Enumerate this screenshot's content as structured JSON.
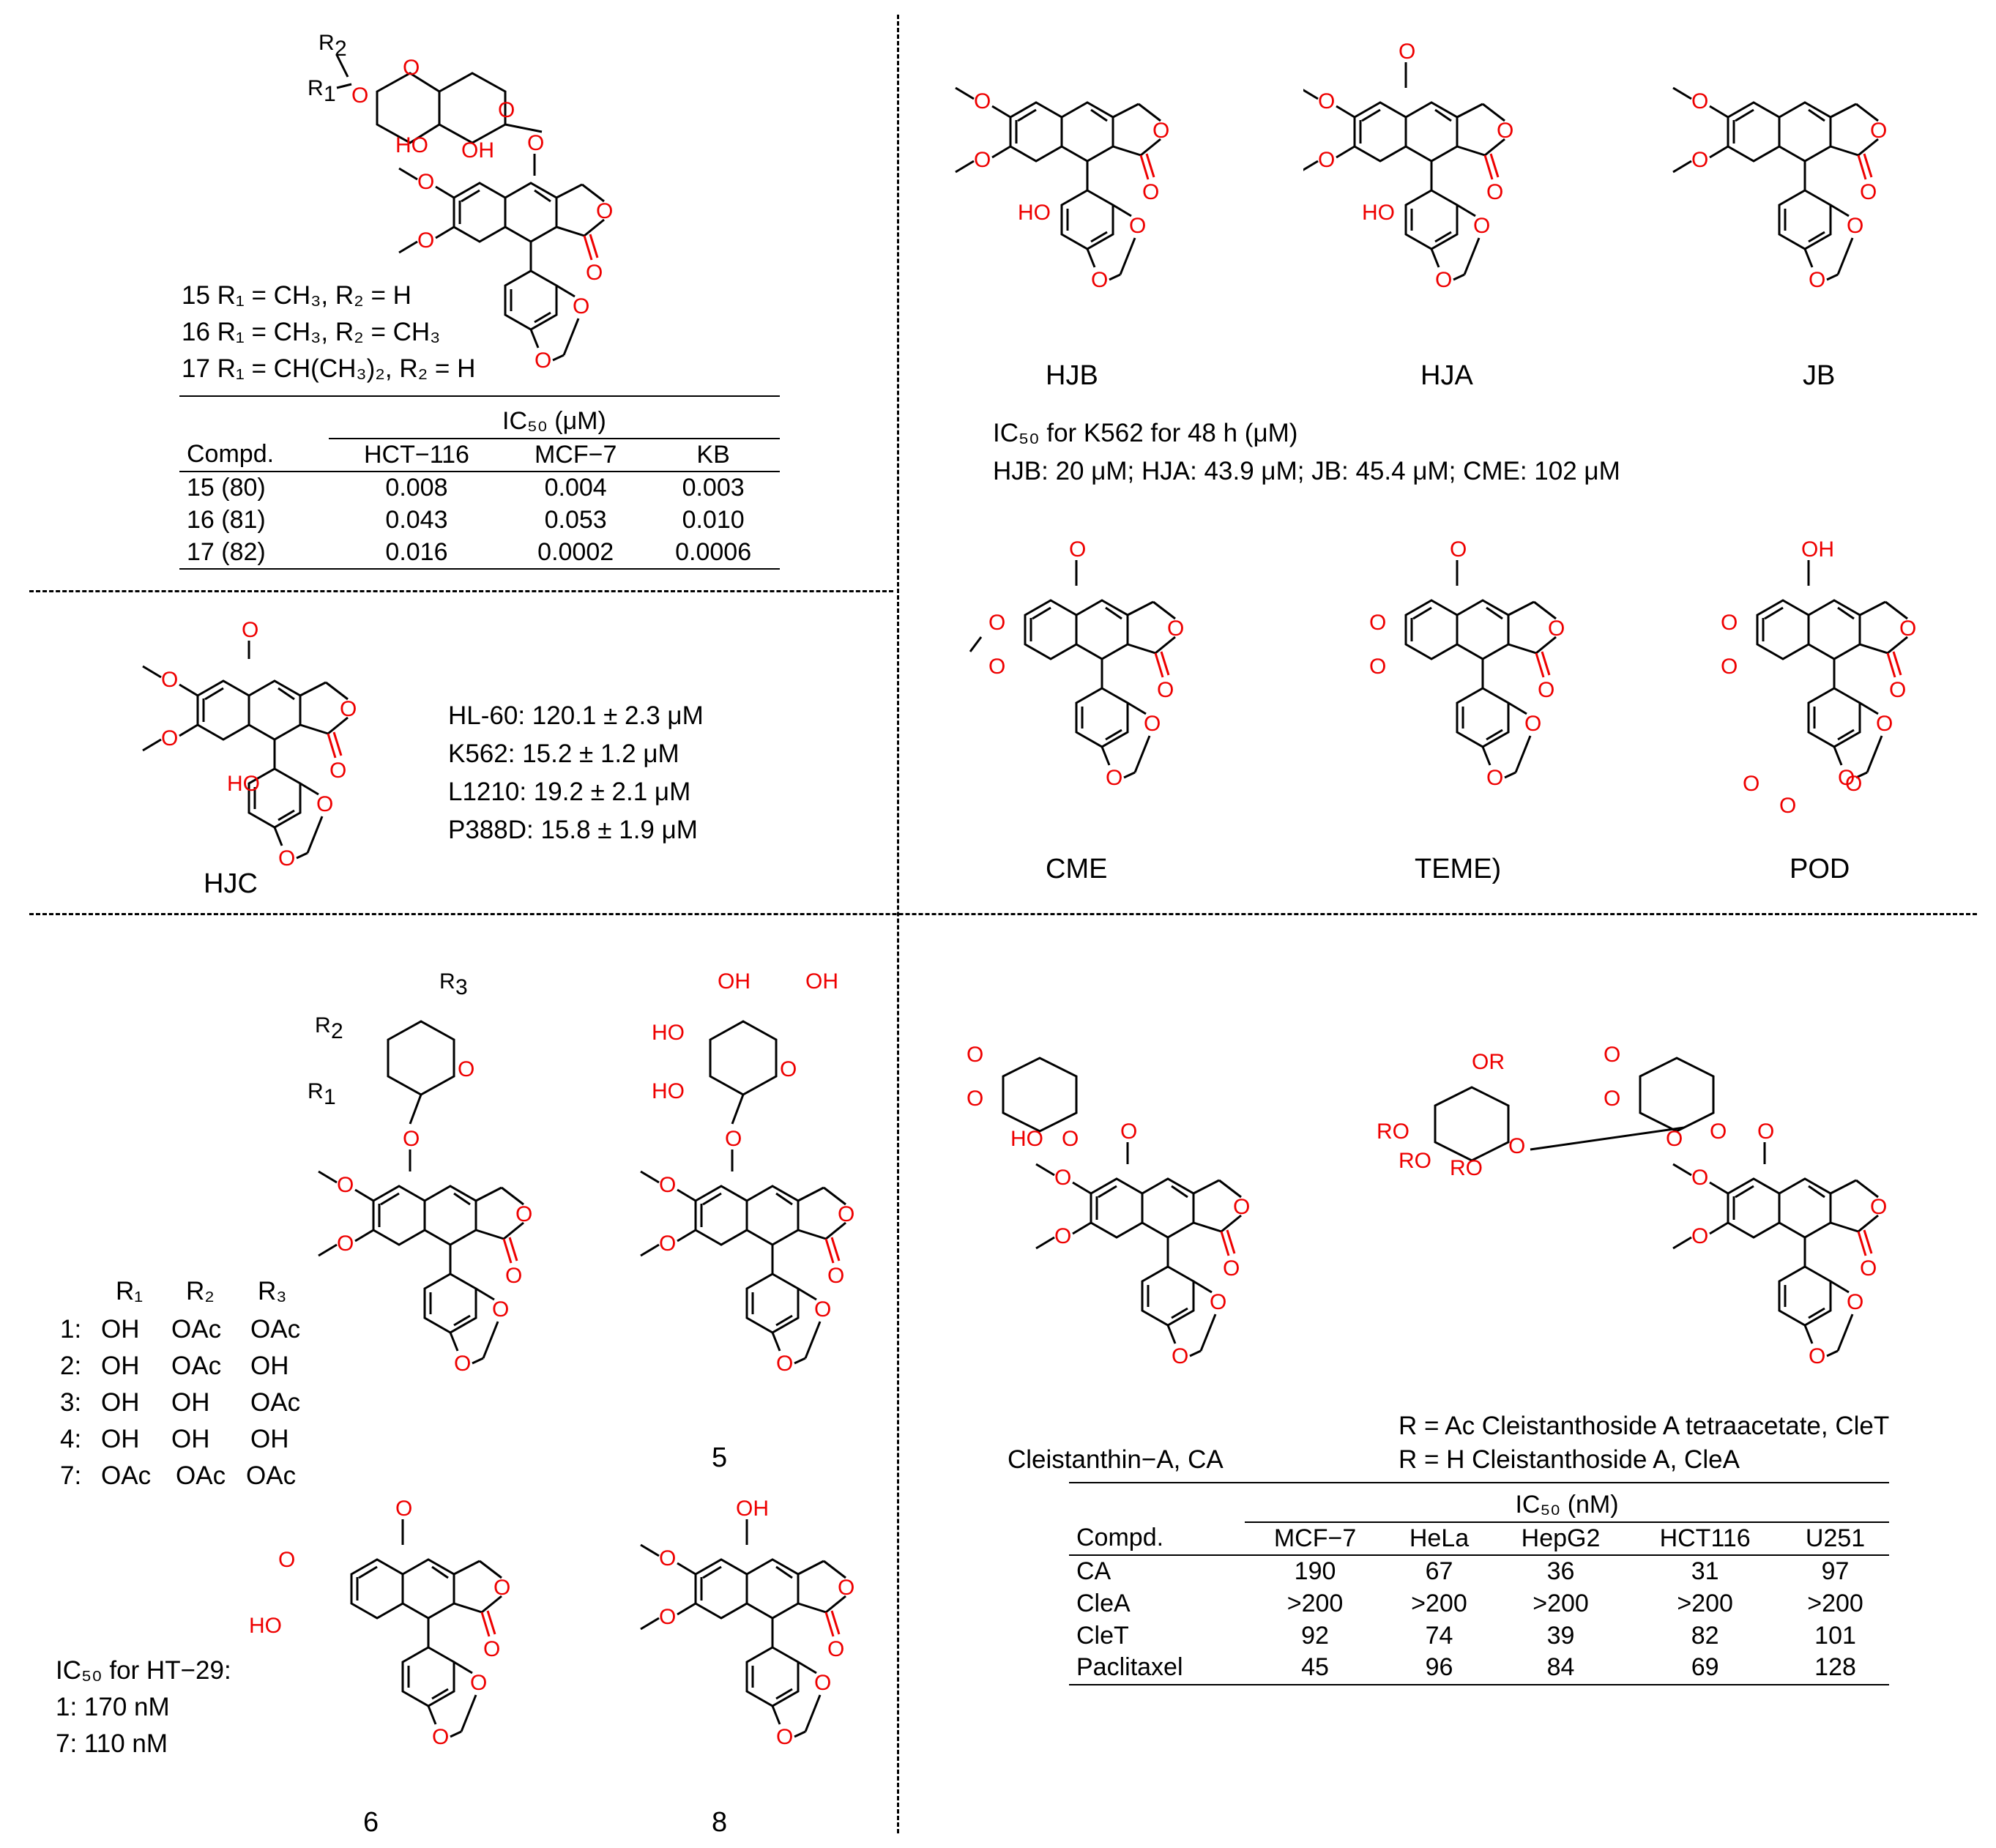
{
  "q1": {
    "lines": [
      "15 R₁ = CH₃, R₂ = H",
      "16 R₁ = CH₃, R₂ = CH₃",
      "17 R₁ = CH(CH₃)₂, R₂ = H"
    ],
    "table_header": "IC₅₀ (μM)",
    "columns": [
      "Compd.",
      "HCT−116",
      "MCF−7",
      "KB"
    ],
    "rows": [
      [
        "15 (80)",
        "0.008",
        "0.004",
        "0.003"
      ],
      [
        "16 (81)",
        "0.043",
        "0.053",
        "0.010"
      ],
      [
        "17 (82)",
        "0.016",
        "0.0002",
        "0.0006"
      ]
    ]
  },
  "q2": {
    "label": "HJC",
    "values": [
      "HL-60: 120.1 ± 2.3 μM",
      "K562: 15.2 ± 1.2 μM",
      "L1210: 19.2 ± 2.1 μM",
      "P388D: 15.8 ± 1.9 μM"
    ]
  },
  "q3": {
    "labels_top": [
      "HJB",
      "HJA",
      "JB"
    ],
    "ic_line1": "IC₅₀ for K562 for 48 h (μM)",
    "ic_line2": "HJB: 20 μM; HJA: 43.9 μM; JB: 45.4 μM; CME: 102 μM",
    "labels_bottom": [
      "CME",
      "TEME)",
      "POD"
    ]
  },
  "q4": {
    "r_header": [
      "R₁",
      "R₂",
      "R₃"
    ],
    "r_rows": [
      [
        "1:",
        "OH",
        "OAc",
        "OAc"
      ],
      [
        "2:",
        "OH",
        "OAc",
        "OH"
      ],
      [
        "3:",
        "OH",
        "OH",
        "OAc"
      ],
      [
        "4:",
        "OH",
        "OH",
        "OH"
      ],
      [
        "7:",
        "OAc",
        "OAc",
        "OAc"
      ]
    ],
    "label_5": "5",
    "label_6": "6",
    "label_8": "8",
    "ic_title": "IC₅₀ for HT−29:",
    "ic_values": [
      "1: 170 nM",
      "7: 110 nM"
    ]
  },
  "q5": {
    "name_ca": "Cleistanthin−A, CA",
    "name_clet": "R = Ac Cleistanthoside A tetraacetate, CleT",
    "name_clea": "R = H Cleistanthoside A, CleA",
    "table_header": "IC₅₀ (nM)",
    "columns": [
      "Compd.",
      "MCF−7",
      "HeLa",
      "HepG2",
      "HCT116",
      "U251"
    ],
    "rows": [
      [
        "CA",
        "190",
        "67",
        "36",
        "31",
        "97"
      ],
      [
        "CleA",
        ">200",
        ">200",
        ">200",
        ">200",
        ">200"
      ],
      [
        "CleT",
        "92",
        "74",
        "39",
        "82",
        "101"
      ],
      [
        "Paclitaxel",
        "45",
        "96",
        "84",
        "69",
        "128"
      ]
    ]
  },
  "atoms": {
    "O": "O",
    "OH": "OH",
    "HO": "HO",
    "OR": "OR",
    "RO": "RO",
    "R1": "R₁",
    "R2": "R₂",
    "R3": "R₃"
  }
}
